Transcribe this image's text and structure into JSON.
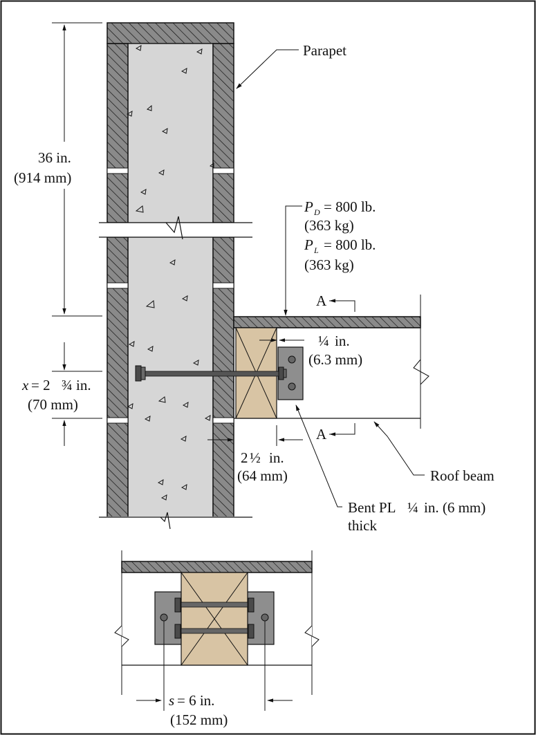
{
  "labels": {
    "parapet": "Parapet",
    "height_in": "36 in.",
    "height_mm": "(914 mm)",
    "pd_sym": "P",
    "pd_sub": "D",
    "pd_val": "= 800 lb.",
    "pd_kg": "(363 kg)",
    "pl_sym": "P",
    "pl_sub": "L",
    "pl_val": "= 800 lb.",
    "pl_kg": "(363 kg)",
    "section_top": "A",
    "section_bot": "A",
    "gap_frac": "¼",
    "gap_in": "in.",
    "gap_mm": "(6.3 mm)",
    "x_sym": "x",
    "x_val": "= 2",
    "x_frac": "¾",
    "x_unit": "in.",
    "x_mm": "(70 mm)",
    "edge_whole": "2",
    "edge_frac": "½",
    "edge_unit": "in.",
    "edge_mm": "(64 mm)",
    "roof_beam": "Roof beam",
    "bent_pl_a": "Bent PL",
    "bent_pl_frac": "¼",
    "bent_pl_b": "in. (6 mm)",
    "bent_pl_c": "thick",
    "s_sym": "s",
    "s_val": "= 6 in.",
    "s_mm": "(152 mm)"
  },
  "colors": {
    "concrete": "#d6d6d6",
    "wythe": "#7f7f7f",
    "wood": "#d8c4a4",
    "steel_plate": "#8e8e8e",
    "bolt": "#4a4a4a",
    "line": "#111111"
  }
}
